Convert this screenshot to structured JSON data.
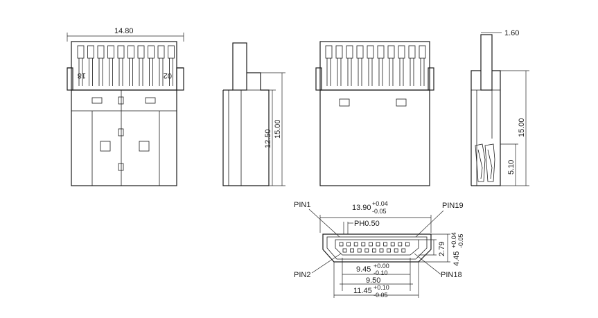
{
  "dimensions": {
    "front_width": "14.80",
    "side_height_inner": "12.50",
    "side_height_total": "15.00",
    "back_side_height": "15.00",
    "back_side_lower": "5.10",
    "back_side_thickness": "1.60",
    "pitch": "PH0.50",
    "height_inner": "2.79",
    "top_width_main": "13.90",
    "top_width_tol_plus": "+0.04",
    "top_width_tol_minus": "-0.05",
    "height_outer_main": "4.45",
    "height_outer_tol_plus": "+0.04",
    "height_outer_tol_minus": "-0.05",
    "w945_main": "9.45",
    "w945_tol_plus": "+0.00",
    "w945_tol_minus": "-0.10",
    "w950": "9.50",
    "w1145_main": "11.45",
    "w1145_tol_plus": "+0.10",
    "w1145_tol_minus": "-0.05"
  },
  "pin_labels": {
    "pin1": "PIN1",
    "pin2": "PIN2",
    "pin18": "PIN18",
    "pin19": "PIN19",
    "front_left": "18",
    "front_right": "02"
  }
}
